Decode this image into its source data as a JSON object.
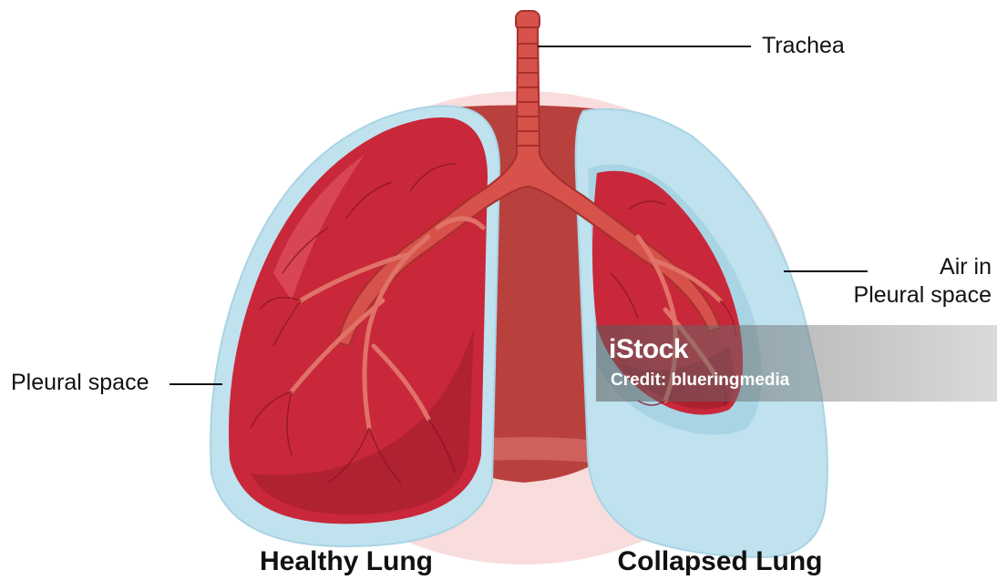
{
  "labels": {
    "trachea": "Trachea",
    "pleural_space": "Pleural space",
    "air_line1": "Air in",
    "air_line2": "Pleural space"
  },
  "captions": {
    "healthy": "Healthy Lung",
    "collapsed": "Collapsed Lung"
  },
  "watermark": {
    "logo": "iStock",
    "credit": "Credit: blueringmedia"
  },
  "colors": {
    "background_circle": "#f9dcdc",
    "pleura_blue": "#bfe2ee",
    "lung_red": "#c9283a",
    "lung_dark": "#9b1b2a",
    "mediastinum": "#b8413e",
    "trachea": "#d6524a"
  }
}
